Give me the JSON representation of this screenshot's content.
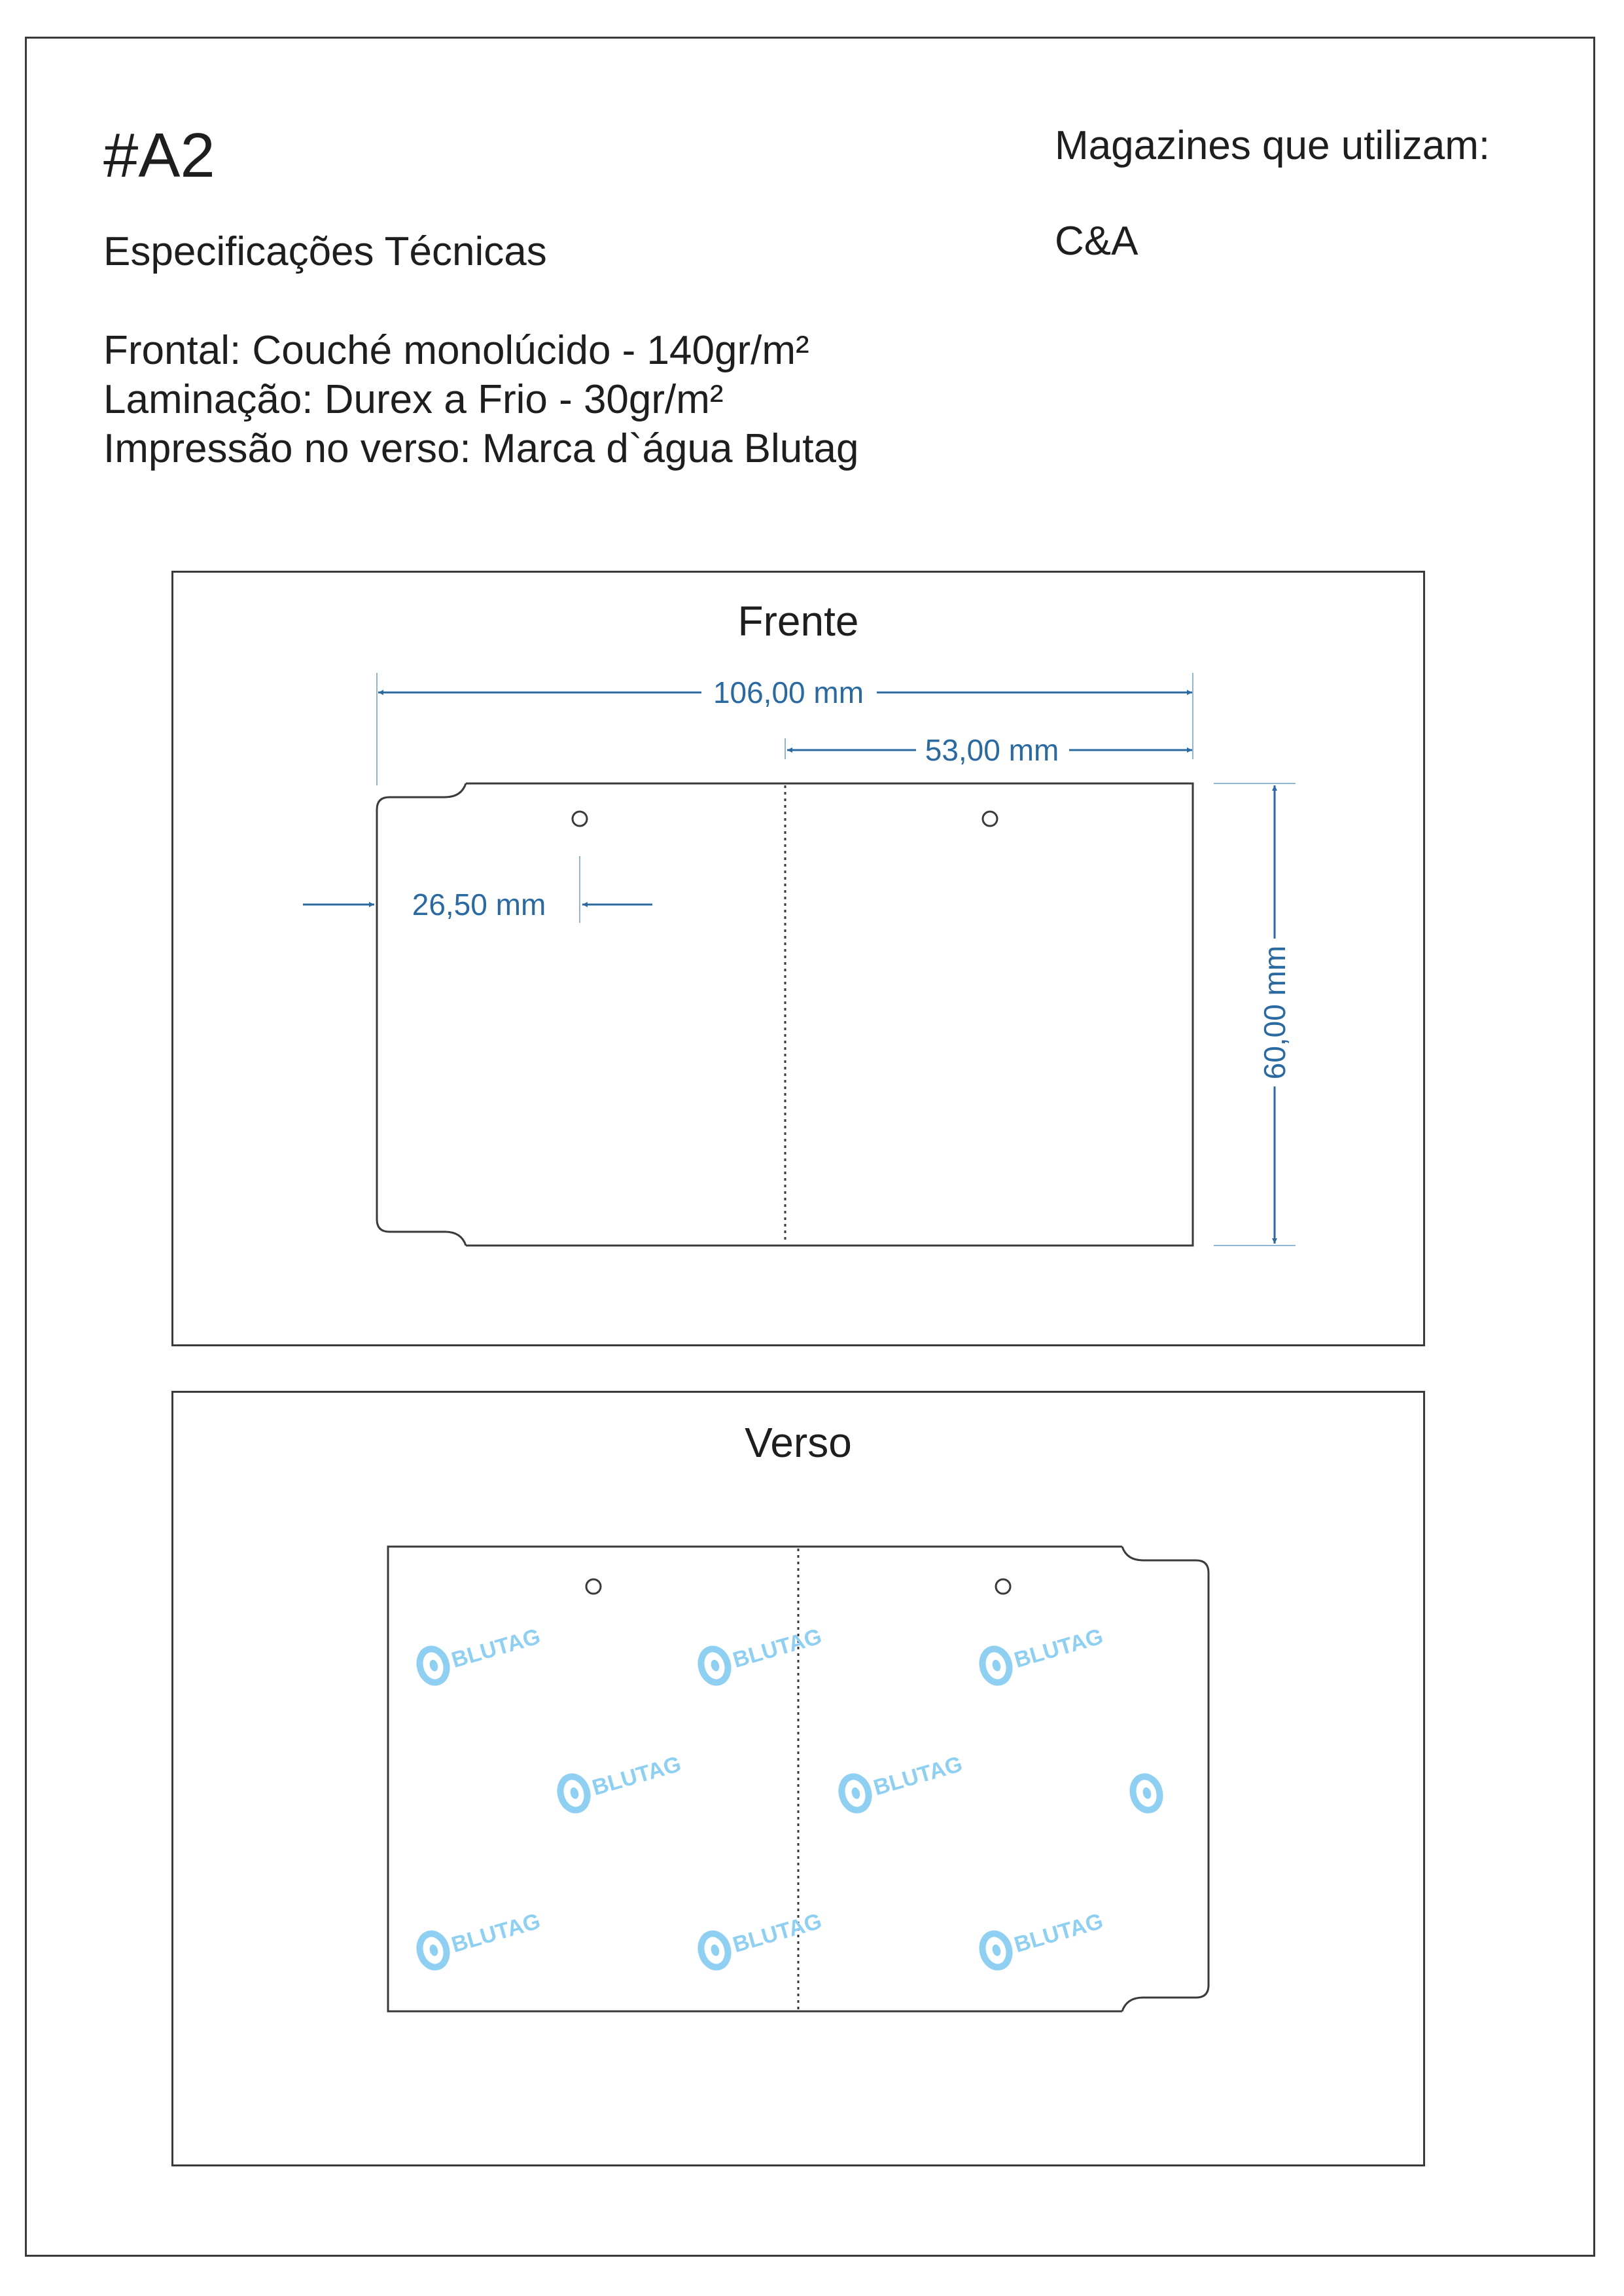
{
  "header": {
    "code": "#A2",
    "spec_title": "Especificações Técnicas",
    "spec_lines": [
      "Frontal: Couché monolúcido - 140gr/m²",
      "Laminação: Durex a Frio - 30gr/m²",
      "Impressão no verso: Marca d`água Blutag"
    ],
    "magazines_title": "Magazines que utilizam:",
    "magazines_value": "C&A"
  },
  "front": {
    "title": "Frente",
    "dim_total_width": "106,00 mm",
    "dim_half_width": "53,00 mm",
    "dim_hole_offset": "26,50 mm",
    "dim_height": "60,00 mm"
  },
  "back": {
    "title": "Verso",
    "watermark_text": "BLUTAG",
    "watermark_icon": "blutag-logo-icon"
  },
  "colors": {
    "dimension": "#2a6aa0",
    "watermark": "#8fd0f2",
    "outline": "#3a3a3a"
  }
}
